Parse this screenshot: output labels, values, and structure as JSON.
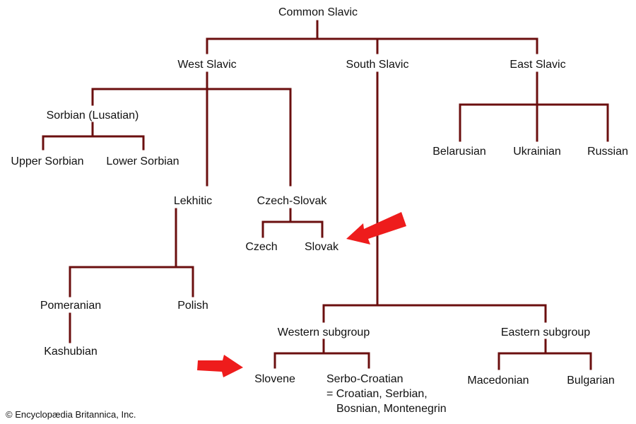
{
  "diagram": {
    "colors": {
      "line": "#6b0f0f",
      "text": "#111111",
      "arrow": "#ee1c1c",
      "background": "#ffffff"
    },
    "root": "Common Slavic",
    "branches": {
      "west": "West Slavic",
      "south": "South Slavic",
      "east": "East Slavic"
    },
    "west": {
      "sorbian": "Sorbian (Lusatian)",
      "upper_sorbian": "Upper Sorbian",
      "lower_sorbian": "Lower Sorbian",
      "lekhitic": "Lekhitic",
      "czech_slovak": "Czech-Slovak",
      "czech": "Czech",
      "slovak": "Slovak",
      "pomeranian": "Pomeranian",
      "polish": "Polish",
      "kashubian": "Kashubian"
    },
    "south": {
      "western_subgroup": "Western subgroup",
      "eastern_subgroup": "Eastern subgroup",
      "slovene": "Slovene",
      "serbo_croatian": "Serbo-Croatian",
      "serbo_croatian_note_1": "= Croatian, Serbian,",
      "serbo_croatian_note_2": "Bosnian, Montenegrin",
      "macedonian": "Macedonian",
      "bulgarian": "Bulgarian"
    },
    "east": {
      "belarusian": "Belarusian",
      "ukrainian": "Ukrainian",
      "russian": "Russian"
    },
    "highlight_arrows": [
      {
        "points_to": "slovak-label",
        "icon": "red-arrow-icon"
      },
      {
        "points_to": "slovene-label",
        "icon": "red-arrow-icon"
      }
    ],
    "credit": "© Encyclopædia Britannica, Inc."
  }
}
